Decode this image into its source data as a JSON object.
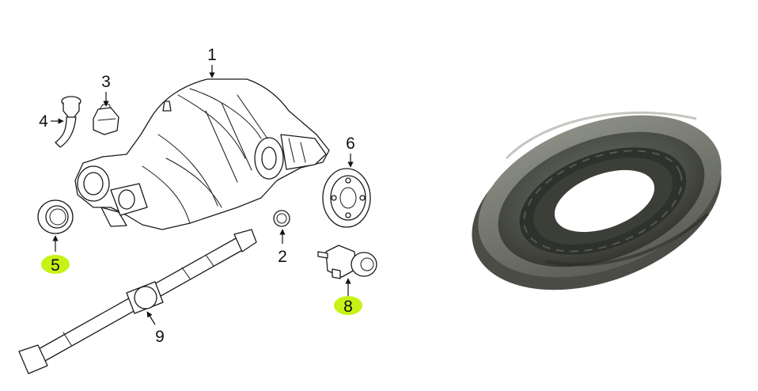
{
  "callouts": [
    {
      "id": "1",
      "label": "1",
      "highlighted": false
    },
    {
      "id": "2",
      "label": "2",
      "highlighted": false
    },
    {
      "id": "3",
      "label": "3",
      "highlighted": false
    },
    {
      "id": "4",
      "label": "4",
      "highlighted": false
    },
    {
      "id": "5",
      "label": "5",
      "highlighted": true
    },
    {
      "id": "6",
      "label": "6",
      "highlighted": false
    },
    {
      "id": "8",
      "label": "8",
      "highlighted": true
    },
    {
      "id": "9",
      "label": "9",
      "highlighted": false
    }
  ],
  "colors": {
    "highlight": "#c6f218",
    "line": "#1a1a1a",
    "seal_dark": "#3b3d38",
    "seal_mid": "#5a5d55",
    "seal_light": "#7c7f76",
    "background": "#ffffff"
  }
}
